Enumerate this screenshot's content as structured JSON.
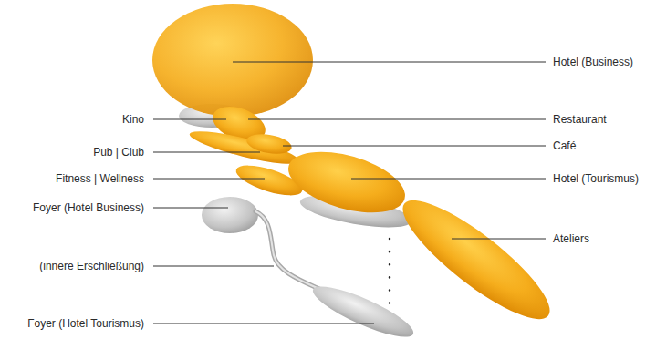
{
  "diagram": {
    "labels": [
      "Hotel (Business)",
      "Kino",
      "Restaurant",
      "Pub | Club",
      "Café",
      "Fitness | Wellness",
      "Hotel (Tourismus)",
      "Foyer (Hotel Business)",
      "Ateliers",
      "(innere Erschließung)",
      "Foyer (Hotel Tourismus)"
    ]
  }
}
